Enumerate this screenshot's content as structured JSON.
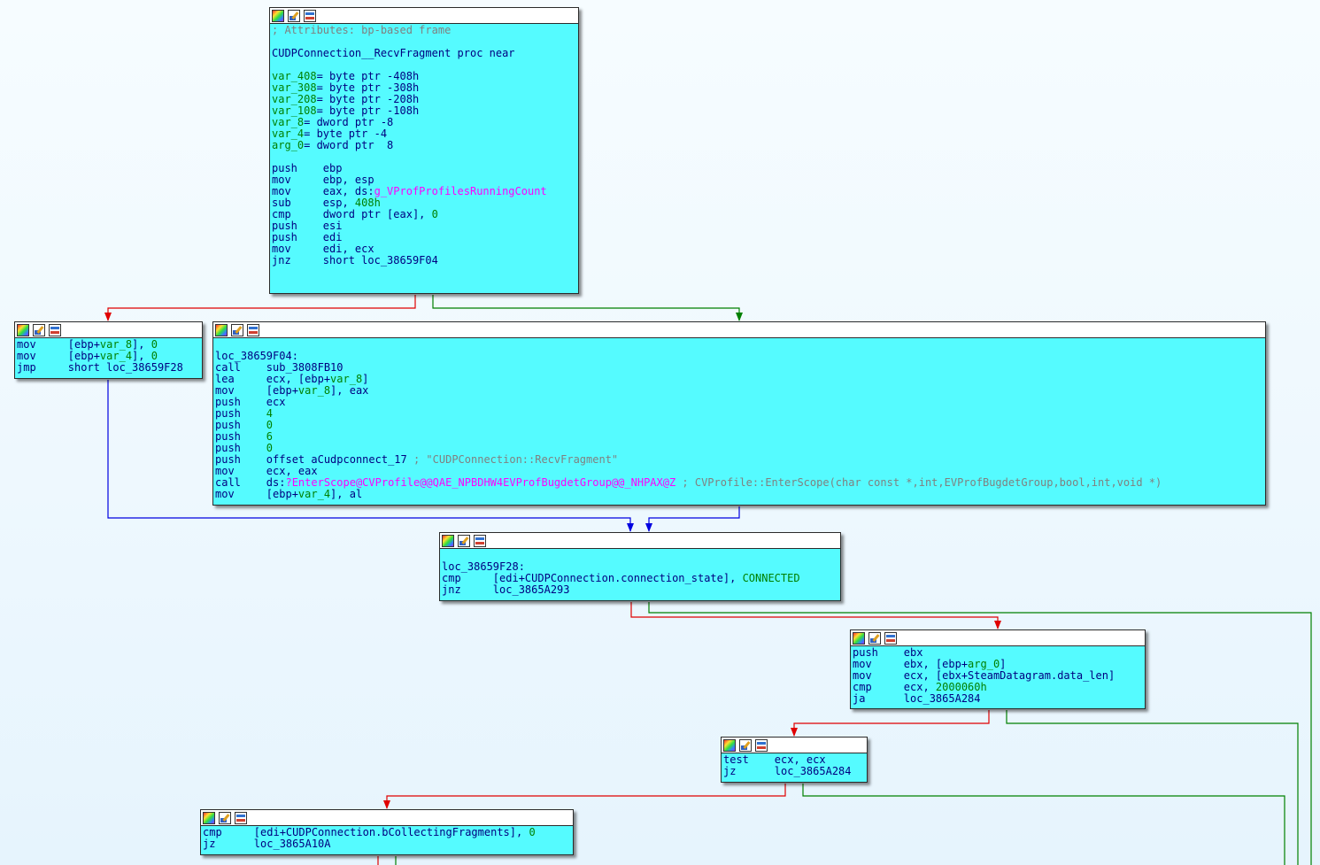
{
  "colors": {
    "node_fill": "#55fbff",
    "header_fill": "#ffffff",
    "edge_false": "#e00000",
    "edge_true": "#008000",
    "edge_unconditional": "#0000e0",
    "comment": "#808080",
    "default_text": "#000080",
    "variable": "#008000",
    "import": "#ff00ff"
  },
  "node_header_icons": [
    "color-palette-icon",
    "edit-node-icon",
    "graph-overview-icon"
  ],
  "nodes": [
    {
      "id": "n1",
      "lines": [
        [
          [
            "; Attributes: bp-based frame",
            "com"
          ]
        ],
        [],
        [
          [
            "CUDPConnection__RecvFragment proc near",
            "def"
          ]
        ],
        [],
        [
          [
            "var_408",
            "var"
          ],
          [
            "= byte ptr -408h",
            "def"
          ]
        ],
        [
          [
            "var_308",
            "var"
          ],
          [
            "= byte ptr -308h",
            "def"
          ]
        ],
        [
          [
            "var_208",
            "var"
          ],
          [
            "= byte ptr -208h",
            "def"
          ]
        ],
        [
          [
            "var_108",
            "var"
          ],
          [
            "= byte ptr -108h",
            "def"
          ]
        ],
        [
          [
            "var_8",
            "var"
          ],
          [
            "= dword ptr -8",
            "def"
          ]
        ],
        [
          [
            "var_4",
            "var"
          ],
          [
            "= byte ptr -4",
            "def"
          ]
        ],
        [
          [
            "arg_0",
            "var"
          ],
          [
            "= dword ptr  8",
            "def"
          ]
        ],
        [],
        [
          [
            "push    ",
            "mn"
          ],
          [
            "ebp",
            "op"
          ]
        ],
        [
          [
            "mov     ",
            "mn"
          ],
          [
            "ebp, esp",
            "op"
          ]
        ],
        [
          [
            "mov     ",
            "mn"
          ],
          [
            "eax, ds:",
            "op"
          ],
          [
            "g_VProfProfilesRunningCount",
            "imp"
          ]
        ],
        [
          [
            "sub     ",
            "mn"
          ],
          [
            "esp, ",
            "op"
          ],
          [
            "408h",
            "num"
          ]
        ],
        [
          [
            "cmp     ",
            "mn"
          ],
          [
            "dword ptr [eax], ",
            "op"
          ],
          [
            "0",
            "num"
          ]
        ],
        [
          [
            "push    ",
            "mn"
          ],
          [
            "esi",
            "op"
          ]
        ],
        [
          [
            "push    ",
            "mn"
          ],
          [
            "edi",
            "op"
          ]
        ],
        [
          [
            "mov     ",
            "mn"
          ],
          [
            "edi, ecx",
            "op"
          ]
        ],
        [
          [
            "jnz     ",
            "mn"
          ],
          [
            "short loc_38659F04",
            "op"
          ]
        ]
      ]
    },
    {
      "id": "n2",
      "lines": [
        [
          [
            "mov     ",
            "mn"
          ],
          [
            "[ebp+",
            "op"
          ],
          [
            "var_8",
            "var"
          ],
          [
            "], ",
            "op"
          ],
          [
            "0",
            "num"
          ]
        ],
        [
          [
            "mov     ",
            "mn"
          ],
          [
            "[ebp+",
            "op"
          ],
          [
            "var_4",
            "var"
          ],
          [
            "], ",
            "op"
          ],
          [
            "0",
            "num"
          ]
        ],
        [
          [
            "jmp     ",
            "mn"
          ],
          [
            "short loc_38659F28",
            "op"
          ]
        ]
      ]
    },
    {
      "id": "n3",
      "lines": [
        [],
        [
          [
            "loc_38659F04:",
            "def"
          ]
        ],
        [
          [
            "call    ",
            "mn"
          ],
          [
            "sub_3808FB10",
            "op"
          ]
        ],
        [
          [
            "lea     ",
            "mn"
          ],
          [
            "ecx, [ebp+",
            "op"
          ],
          [
            "var_8",
            "var"
          ],
          [
            "]",
            "op"
          ]
        ],
        [
          [
            "mov     ",
            "mn"
          ],
          [
            "[ebp+",
            "op"
          ],
          [
            "var_8",
            "var"
          ],
          [
            "], eax",
            "op"
          ]
        ],
        [
          [
            "push    ",
            "mn"
          ],
          [
            "ecx",
            "op"
          ]
        ],
        [
          [
            "push    ",
            "mn"
          ],
          [
            "4",
            "num"
          ]
        ],
        [
          [
            "push    ",
            "mn"
          ],
          [
            "0",
            "num"
          ]
        ],
        [
          [
            "push    ",
            "mn"
          ],
          [
            "6",
            "num"
          ]
        ],
        [
          [
            "push    ",
            "mn"
          ],
          [
            "0",
            "num"
          ]
        ],
        [
          [
            "push    ",
            "mn"
          ],
          [
            "offset aCudpconnect_17 ",
            "op"
          ],
          [
            "; \"CUDPConnection::RecvFragment\"",
            "str"
          ]
        ],
        [
          [
            "mov     ",
            "mn"
          ],
          [
            "ecx, eax",
            "op"
          ]
        ],
        [
          [
            "call    ",
            "mn"
          ],
          [
            "ds:",
            "op"
          ],
          [
            "?EnterScope@CVProfile@@QAE_NPBDHW4EVProfBugdetGroup@@_NHPAX@Z",
            "imp"
          ],
          [
            " ; CVProfile::EnterScope(char const *,int,EVProfBugdetGroup,bool,int,void *)",
            "str"
          ]
        ],
        [
          [
            "mov     ",
            "mn"
          ],
          [
            "[ebp+",
            "op"
          ],
          [
            "var_4",
            "var"
          ],
          [
            "], al",
            "op"
          ]
        ]
      ]
    },
    {
      "id": "n4",
      "lines": [
        [],
        [
          [
            "loc_38659F28:",
            "def"
          ]
        ],
        [
          [
            "cmp     ",
            "mn"
          ],
          [
            "[edi+CUDPConnection.connection_state], ",
            "op"
          ],
          [
            "CONNECTED",
            "con"
          ]
        ],
        [
          [
            "jnz     ",
            "mn"
          ],
          [
            "loc_3865A293",
            "op"
          ]
        ]
      ]
    },
    {
      "id": "n5",
      "lines": [
        [
          [
            "push    ",
            "mn"
          ],
          [
            "ebx",
            "op"
          ]
        ],
        [
          [
            "mov     ",
            "mn"
          ],
          [
            "ebx, [ebp+",
            "op"
          ],
          [
            "arg_0",
            "var"
          ],
          [
            "]",
            "op"
          ]
        ],
        [
          [
            "mov     ",
            "mn"
          ],
          [
            "ecx, [ebx+SteamDatagram.data_len]",
            "op"
          ]
        ],
        [
          [
            "cmp     ",
            "mn"
          ],
          [
            "ecx, ",
            "op"
          ],
          [
            "2000060h",
            "num"
          ]
        ],
        [
          [
            "ja      ",
            "mn"
          ],
          [
            "loc_3865A284",
            "op"
          ]
        ]
      ]
    },
    {
      "id": "n6",
      "lines": [
        [
          [
            "test    ",
            "mn"
          ],
          [
            "ecx, ecx",
            "op"
          ]
        ],
        [
          [
            "jz      ",
            "mn"
          ],
          [
            "loc_3865A284",
            "op"
          ]
        ]
      ]
    },
    {
      "id": "n7",
      "lines": [
        [
          [
            "cmp     ",
            "mn"
          ],
          [
            "[edi+CUDPConnection.bCollectingFragments], ",
            "op"
          ],
          [
            "0",
            "num"
          ]
        ],
        [
          [
            "jz      ",
            "mn"
          ],
          [
            "loc_3865A10A",
            "op"
          ]
        ]
      ]
    }
  ]
}
